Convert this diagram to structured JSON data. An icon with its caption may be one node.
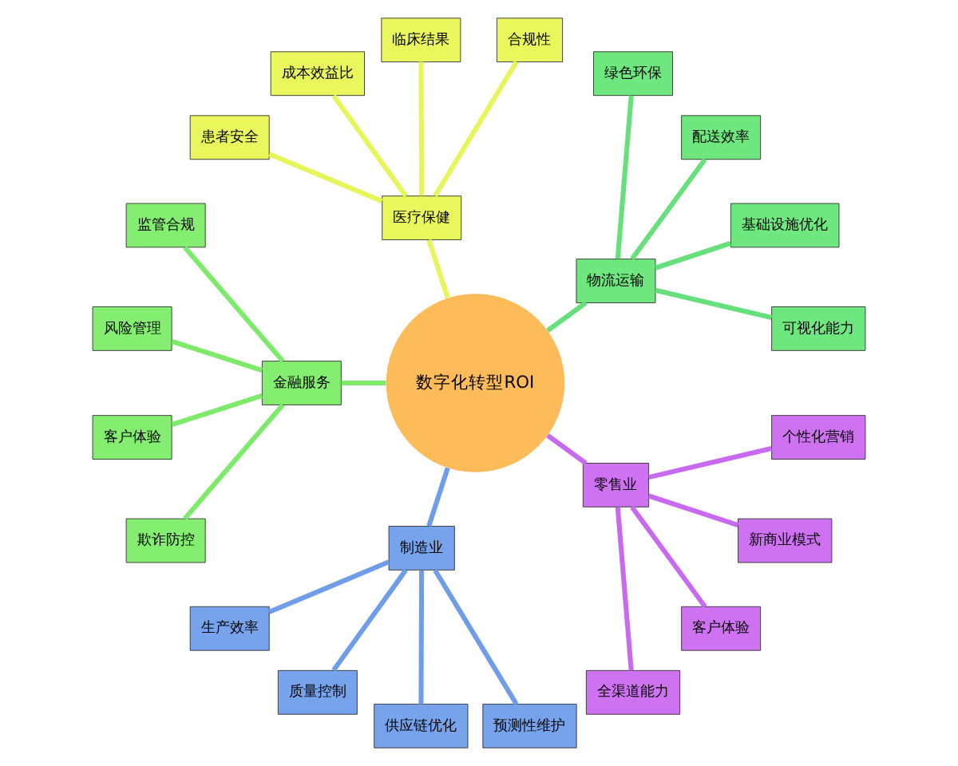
{
  "diagram": {
    "nodes": [
      {
        "text": [
          "数字化转型ROI"
        ]
      },
      {
        "text": [
          "物流运输"
        ]
      },
      {
        "text": [
          "可视化能力"
        ]
      },
      {
        "text": [
          "基础设施优化"
        ]
      },
      {
        "text": [
          "配送效率"
        ]
      },
      {
        "text": [
          "绿色环保"
        ]
      },
      {
        "text": [
          "医疗保健"
        ]
      },
      {
        "text": [
          "合规性"
        ]
      },
      {
        "text": [
          "临床结果"
        ]
      },
      {
        "text": [
          "成本效益比"
        ]
      },
      {
        "text": [
          "患者安全"
        ]
      },
      {
        "text": [
          "金融服务"
        ]
      },
      {
        "text": [
          "监管合规"
        ]
      },
      {
        "text": [
          "风险管理"
        ]
      },
      {
        "text": [
          "客户体验"
        ]
      },
      {
        "text": [
          "欺诈防控"
        ]
      },
      {
        "text": [
          "制造业"
        ]
      },
      {
        "text": [
          "生产效率"
        ]
      },
      {
        "text": [
          "质量控制"
        ]
      },
      {
        "text": [
          "供应链优化"
        ]
      },
      {
        "text": [
          "预测性维护"
        ]
      },
      {
        "text": [
          "零售业"
        ]
      },
      {
        "text": [
          "全渠道能力"
        ]
      },
      {
        "text": [
          "客户体验"
        ]
      },
      {
        "text": [
          "新商业模式"
        ]
      },
      {
        "text": [
          "个性化营销"
        ]
      }
    ],
    "edges": [
      {
        "from": 0,
        "to": 1,
        "arrow": "none",
        "color": "#66e07a"
      },
      {
        "from": 1,
        "to": 2,
        "arrow": "none",
        "color": "#66e07a"
      },
      {
        "from": 1,
        "to": 3,
        "arrow": "none",
        "color": "#66e07a"
      },
      {
        "from": 1,
        "to": 4,
        "arrow": "none",
        "color": "#66e07a"
      },
      {
        "from": 1,
        "to": 5,
        "arrow": "none",
        "color": "#66e07a"
      },
      {
        "from": 0,
        "to": 6,
        "arrow": "none",
        "color": "#e6f55a"
      },
      {
        "from": 6,
        "to": 7,
        "arrow": "none",
        "color": "#e6f55a"
      },
      {
        "from": 6,
        "to": 8,
        "arrow": "none",
        "color": "#e6f55a"
      },
      {
        "from": 6,
        "to": 9,
        "arrow": "none",
        "color": "#e6f55a"
      },
      {
        "from": 6,
        "to": 10,
        "arrow": "none",
        "color": "#e6f55a"
      },
      {
        "from": 0,
        "to": 11,
        "arrow": "none",
        "color": "#7eea6a"
      },
      {
        "from": 11,
        "to": 12,
        "arrow": "none",
        "color": "#7eea6a"
      },
      {
        "from": 11,
        "to": 13,
        "arrow": "none",
        "color": "#7eea6a"
      },
      {
        "from": 11,
        "to": 14,
        "arrow": "none",
        "color": "#7eea6a"
      },
      {
        "from": 11,
        "to": 15,
        "arrow": "none",
        "color": "#7eea6a"
      },
      {
        "from": 0,
        "to": 16,
        "arrow": "none",
        "color": "#6f9de8"
      },
      {
        "from": 16,
        "to": 17,
        "arrow": "none",
        "color": "#6f9de8"
      },
      {
        "from": 16,
        "to": 18,
        "arrow": "none",
        "color": "#6f9de8"
      },
      {
        "from": 16,
        "to": 19,
        "arrow": "none",
        "color": "#6f9de8"
      },
      {
        "from": 16,
        "to": 20,
        "arrow": "none",
        "color": "#6f9de8"
      },
      {
        "from": 0,
        "to": 21,
        "arrow": "none",
        "color": "#c86af0"
      },
      {
        "from": 21,
        "to": 22,
        "arrow": "none",
        "color": "#c86af0"
      },
      {
        "from": 21,
        "to": 23,
        "arrow": "none",
        "color": "#c86af0"
      },
      {
        "from": 21,
        "to": 24,
        "arrow": "none",
        "color": "#c86af0"
      },
      {
        "from": 21,
        "to": 25,
        "arrow": "none",
        "color": "#c86af0"
      }
    ]
  }
}
